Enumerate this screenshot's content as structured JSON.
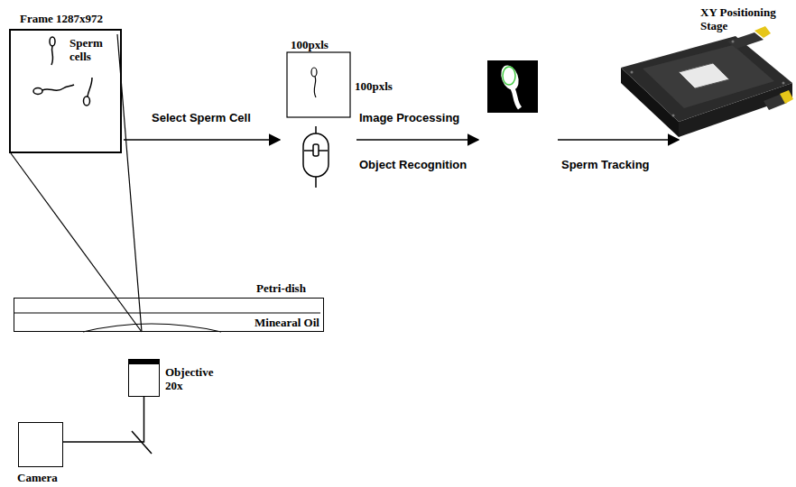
{
  "diagram": {
    "nodes": [
      {
        "text": [
          "Frame 1287x972",
          "Sperm cells"
        ]
      },
      {
        "text": [
          "100pxls",
          "100pxls"
        ]
      },
      {
        "text": [
          "Petri-dish",
          "Minearal Oil"
        ]
      },
      {
        "text": [
          "Objective 20x"
        ]
      },
      {
        "text": [
          "Camera"
        ]
      }
    ],
    "edges": [
      {
        "from": 0,
        "to": 1,
        "arrow": "to",
        "label": "Select Sperm Cell"
      },
      {
        "from": 3,
        "to": 4,
        "arrow": "none"
      }
    ],
    "labels": [
      "Image Processing",
      "Object Recognition",
      "Sperm Tracking",
      "XY Positioning Stage"
    ]
  }
}
